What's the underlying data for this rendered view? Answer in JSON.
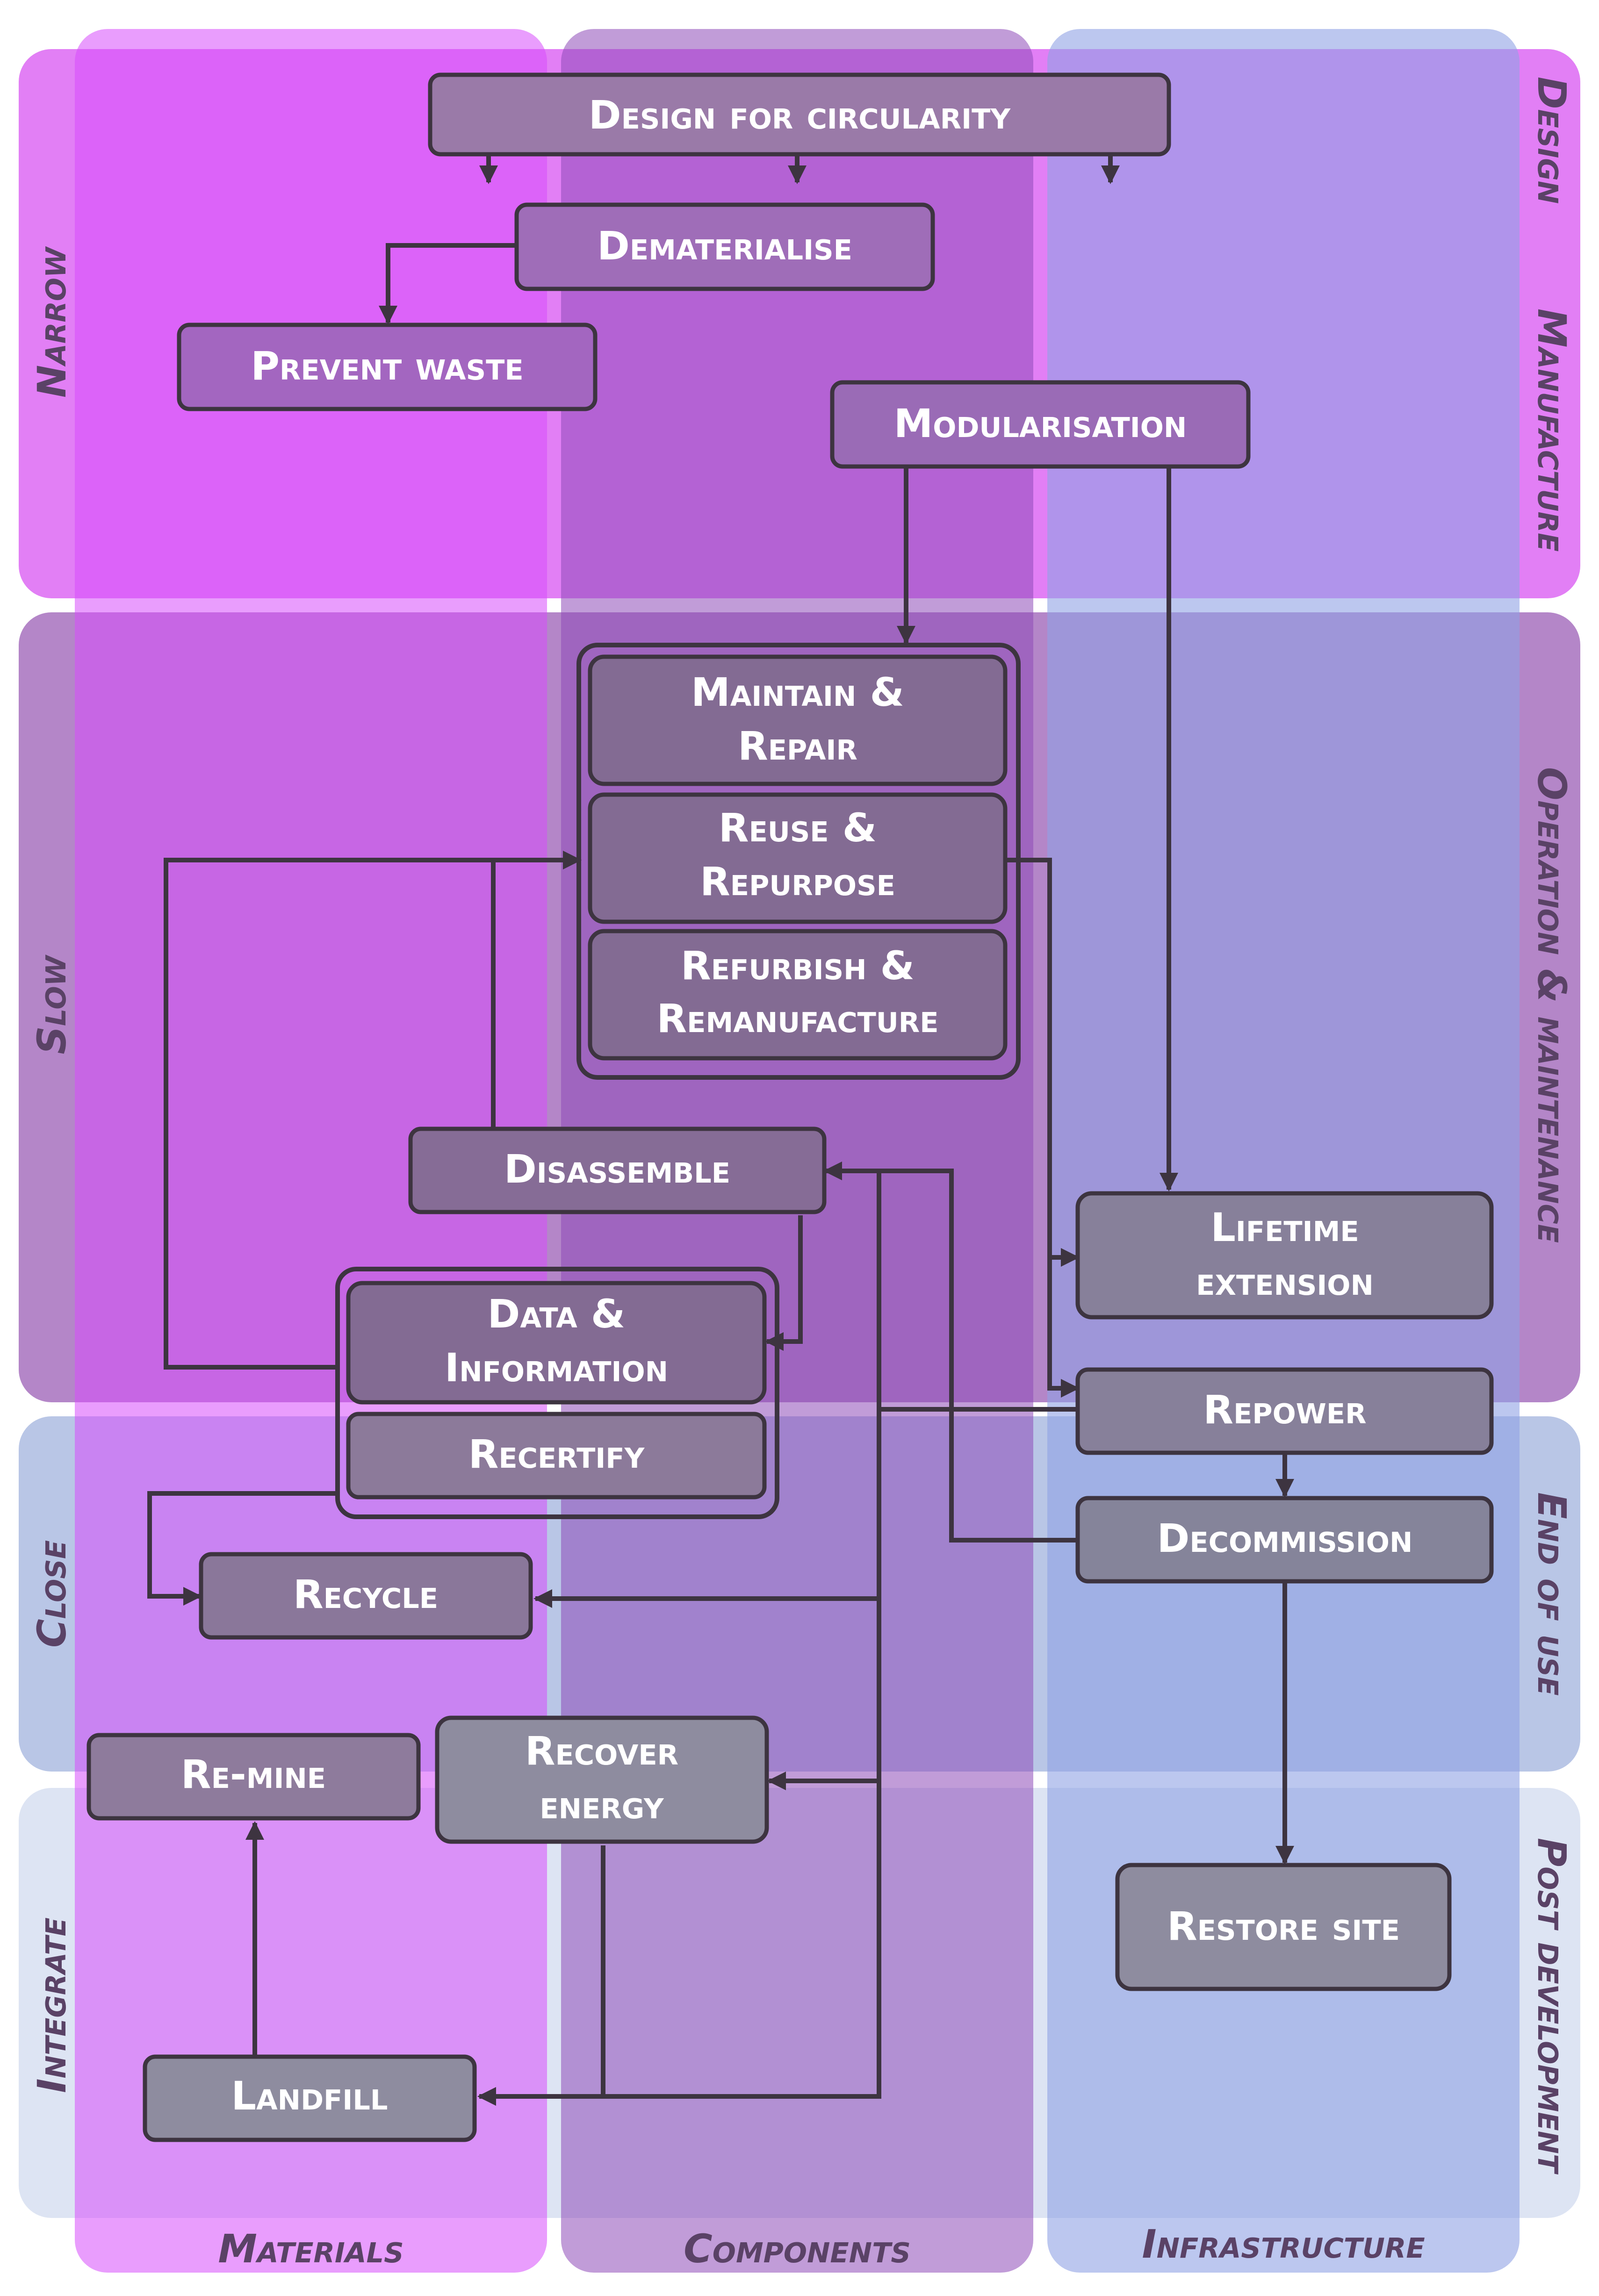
{
  "stages": {
    "design": "Design",
    "manufacture": "Manufacture",
    "operation": "Operation & maintenance",
    "end_of_use": "End of use",
    "post_development": "Post development"
  },
  "strategies": {
    "narrow": "Narrow",
    "slow": "Slow",
    "close": "Close",
    "integrate": "Integrate"
  },
  "levels": {
    "materials": "Materials",
    "components": "Components",
    "infrastructure": "Infrastructure"
  },
  "boxes": {
    "design_for_circularity": "Design for circularity",
    "dematerialise": "Dematerialise",
    "prevent_waste": "Prevent waste",
    "modularisation": "Modularisation",
    "maintain_repair": [
      "Maintain &",
      "Repair"
    ],
    "reuse_repurpose": [
      "Reuse &",
      "Repurpose"
    ],
    "refurbish_remanufacture": [
      "Refurbish &",
      "Remanufacture"
    ],
    "disassemble": "Disassemble",
    "data_information": [
      "Data &",
      "Information"
    ],
    "recertify": "Recertify",
    "lifetime_extension": [
      "Lifetime",
      "extension"
    ],
    "repower": "Repower",
    "decommission": "Decommission",
    "recycle": "Recycle",
    "re_mine": "Re-mine",
    "recover_energy": [
      "Recover",
      "energy"
    ],
    "landfill": "Landfill",
    "restore_site": "Restore site"
  },
  "colors": {
    "narrow_band": "#e27ff5",
    "slow_band": "#b486c8",
    "close_band": "#b9c6e6",
    "integrate_band": "#dde4f3",
    "materials_col": "#d74dfb",
    "components_col": "#8e4bb8",
    "infrastructure_col": "#8fa2e4",
    "box_fill": "#7d6a92",
    "box_stroke": "#3d3440",
    "text": "#ffffff"
  }
}
